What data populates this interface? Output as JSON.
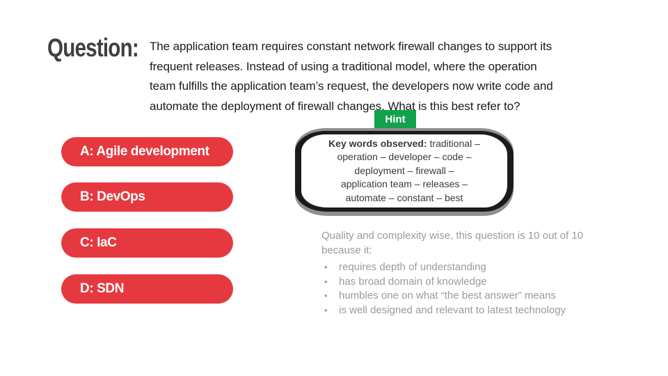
{
  "title": "Question:",
  "question": {
    "lines": [
      "The application team requires constant network firewall changes to support its",
      "frequent releases. Instead of using a traditional model, where the operation",
      "team fulfills the application team’s request, the developers now write code and",
      "automate the deployment of firewall changes. What is this best refer to?"
    ]
  },
  "hint": {
    "badge": "Hint",
    "keywords_label": "Key words observed:",
    "keywords_first_rest": " traditional –",
    "keywords_lines": [
      "operation – developer – code –",
      "deployment – firewall –",
      "application team – releases –",
      "automate – constant – best"
    ]
  },
  "answers": [
    {
      "id": "A",
      "label": "A: Agile development"
    },
    {
      "id": "B",
      "label": "B: DevOps"
    },
    {
      "id": "C",
      "label": "C: IaC"
    },
    {
      "id": "D",
      "label": "D: SDN"
    }
  ],
  "commentary": {
    "intro": "Quality and complexity wise, this question is 10 out of 10 because it:",
    "bullet_glyph": "•",
    "bullets": [
      "requires depth of understanding",
      "has broad domain of knowledge",
      "humbles one on what “the best answer” means",
      "is well designed and relevant to latest technology"
    ]
  },
  "colors": {
    "answer_red": "#e6393f",
    "hint_green": "#12a24c",
    "heading_gray": "#3f3f3f",
    "body_black": "#1b1b1b",
    "note_gray": "#9a9a9a",
    "callout_border": "#1b1b1b"
  }
}
